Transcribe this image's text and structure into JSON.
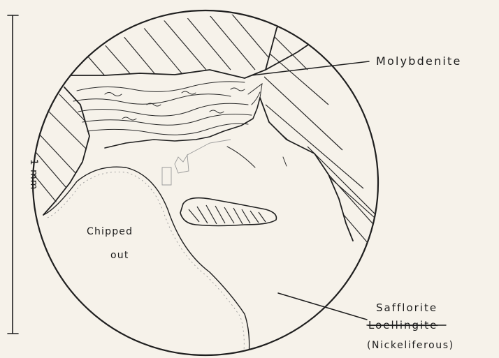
{
  "labels": {
    "molybdenite": "Molybdenite",
    "chipped_out_line1": "Chipped",
    "chipped_out_line2": "out",
    "safflorite": "Safflorite",
    "loellingite": "Loellingite",
    "nickeliferous": "(Nickeliferous)",
    "scale": "1 mm"
  },
  "colors": {
    "paper": "#f6f2ea",
    "ink": "#1f1f1f"
  }
}
